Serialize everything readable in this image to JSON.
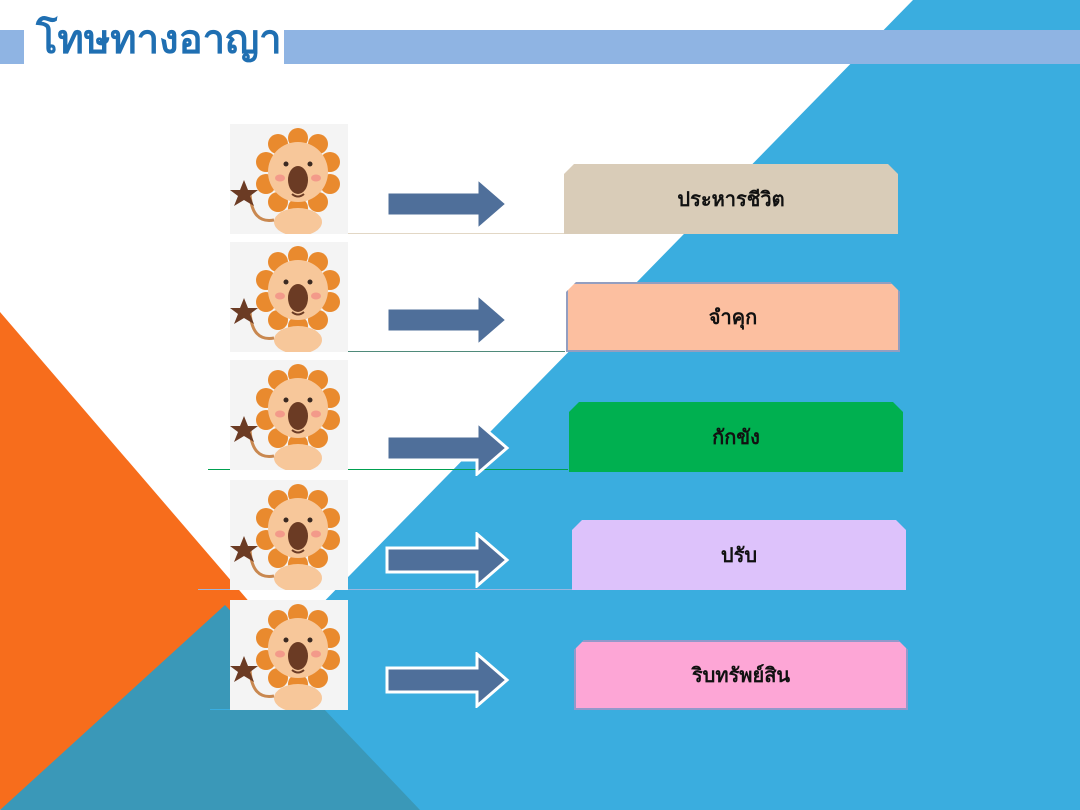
{
  "slide": {
    "title": "โทษทางอาญา"
  },
  "colors": {
    "title_text": "#1f6fb2",
    "title_bar": "#8fb4e3",
    "blue_triangle": "#3aaddf",
    "orange_triangle": "#f76d1c",
    "teal_triangle": "#3a98b8",
    "arrow_fill": "#4f6f9a",
    "lion_mane": "#e98a2e",
    "lion_face": "#f7c79a"
  },
  "penalties": [
    {
      "label": "ประหารชีวิต",
      "color": "#d9ccb8"
    },
    {
      "label": "จำคุก",
      "color": "#fcbfa0"
    },
    {
      "label": "กักขัง",
      "color": "#00b050"
    },
    {
      "label": "ปรับ",
      "color": "#ddc2fb"
    },
    {
      "label": "ริบทรัพย์สิน",
      "color": "#fda6d6"
    }
  ],
  "icons": {
    "lion": "lion-icon",
    "arrow": "right-arrow-icon"
  }
}
